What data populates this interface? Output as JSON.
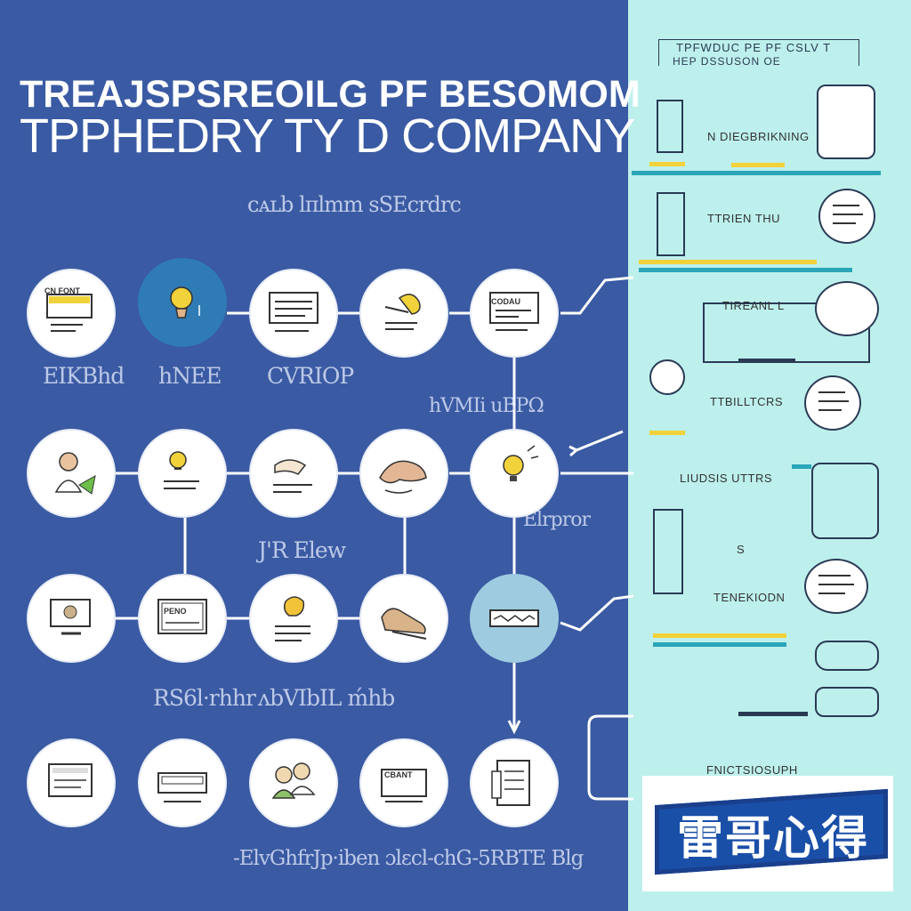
{
  "title": {
    "line1": "TREAJSPSREOILG PF BESOMOM",
    "line2": "TPPHEDRY TY D COMPANY"
  },
  "subtitle": "ᴄᴀʟb lπlmm sSEcrdrc",
  "row_labels": {
    "r1": [
      "EIKBhd",
      "hNEE",
      "CVRIOP"
    ],
    "r2_right": "hVMIi uBPΩ",
    "r3": [
      "J'R Elew",
      "Elrpror"
    ],
    "r4": [
      "RS6l·rhhr",
      "ʌbVIbIL ḿhb"
    ],
    "bottom": "-ElvGhfrJp·iben ɔlɛcl-chG-5RBTE Blg"
  },
  "node_tags": {
    "n1": "CN FONT",
    "n5": "CODAU",
    "n13": "PENO",
    "n19": "CBANT"
  },
  "right_panel": {
    "header_line1": "TPFWDUC PE PF CSLV T",
    "header_line2": "HEP DSSUSON OE",
    "items": [
      "N DIEGBRIKNING",
      "TTRIEN THU",
      "TIREANL L",
      "TTBILLTCRS",
      "LIUDSIS UTTRS",
      "S",
      "TENEKIODN",
      "FNICTSIOSUPH"
    ]
  },
  "watermark": "雷哥心得",
  "colors": {
    "blue_bg": "#3a5aa3",
    "right_bg": "#bdf0ec",
    "node_bg": "#ffffff",
    "connector": "#ffffff",
    "accent_yellow": "#f2d23a",
    "accent_teal": "#2aa6b8",
    "watermark_blue": "#1a4fa8"
  }
}
